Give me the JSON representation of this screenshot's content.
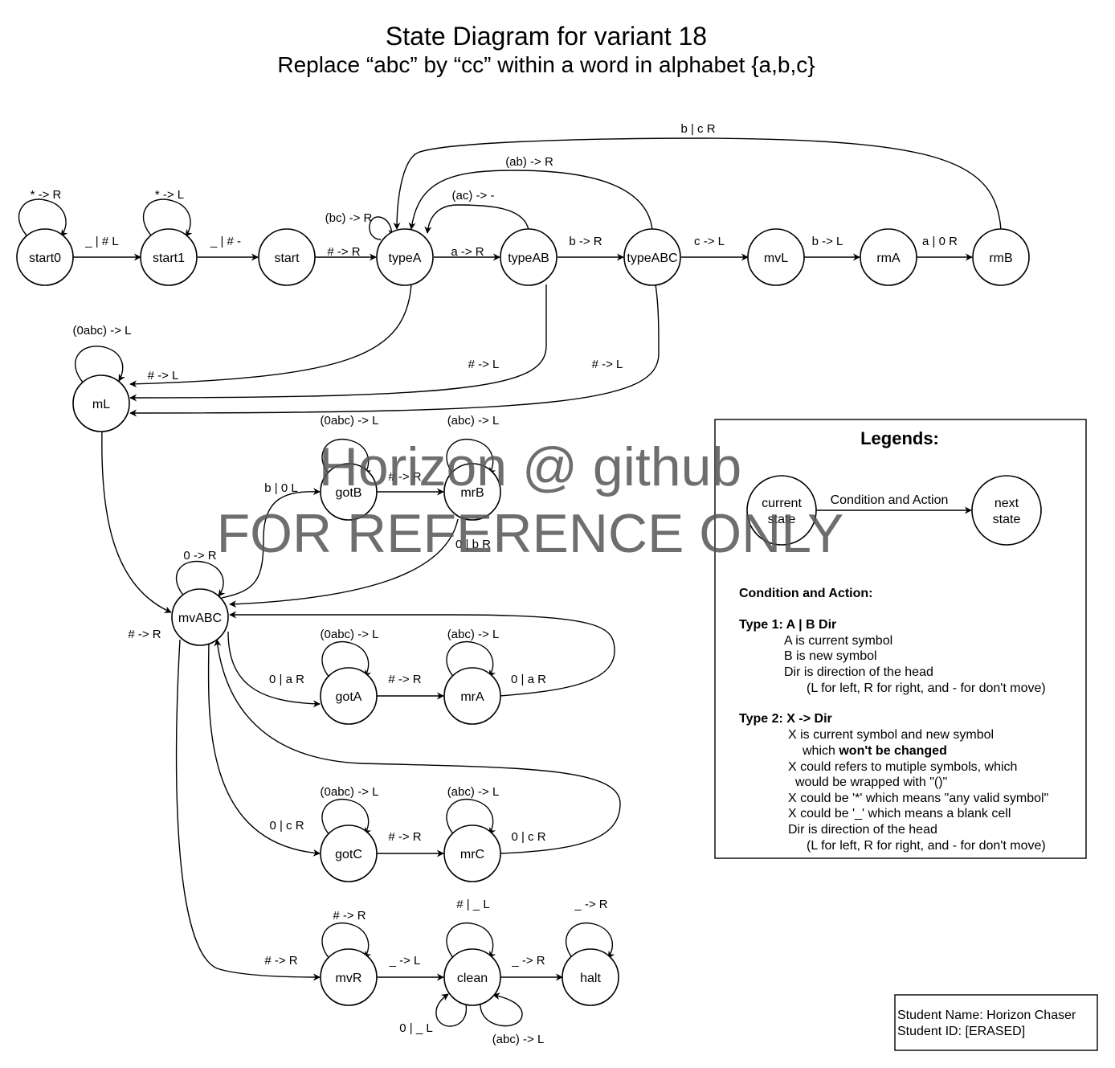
{
  "title": "State Diagram for variant 18",
  "subtitle": "Replace “abc” by “cc” within a word in alphabet {a,b,c}",
  "watermark": {
    "line1": "Horizon @ github",
    "line2": "FOR REFERENCE ONLY"
  },
  "states": {
    "start0": "start0",
    "start1": "start1",
    "start": "start",
    "typeA": "typeA",
    "typeAB": "typeAB",
    "typeABC": "typeABC",
    "mvL": "mvL",
    "rmA": "rmA",
    "rmB": "rmB",
    "mL": "mL",
    "gotB": "gotB",
    "mrB": "mrB",
    "mvABC": "mvABC",
    "gotA": "gotA",
    "mrA": "mrA",
    "gotC": "gotC",
    "mrC": "mrC",
    "mvR": "mvR",
    "clean": "clean",
    "halt": "halt"
  },
  "transitions": {
    "start0_self": "* -> R",
    "start0_start1": "_ | # L",
    "start1_self": "* -> L",
    "start1_start": "_ | # -",
    "start_typeA": "# -> R",
    "typeA_self": "(bc) -> R",
    "typeA_typeAB": "a -> R",
    "typeAB_typeA": "(ac) -> -",
    "typeAB_typeABC": "b -> R",
    "typeABC_typeA": "(ab) -> R",
    "typeABC_mvL": "c -> L",
    "mvL_rmA": "b -> L",
    "rmA_rmB": "a | 0 R",
    "rmB_typeA": "b | c R",
    "mL_self": "(0abc) -> L",
    "typeA_mL": "# -> L",
    "typeAB_mL": "# -> L",
    "typeABC_mL": "# -> L",
    "mL_mvABC": "# -> R",
    "mvABC_self": "0 -> R",
    "mvABC_gotB": "b | 0 L",
    "gotB_self": "(0abc) -> L",
    "gotB_mrB": "# -> R",
    "mrB_self": "(abc) -> L",
    "mrB_mvABC": "0 | b R",
    "mvABC_gotA": "0 | a R",
    "gotA_self": "(0abc) -> L",
    "gotA_mrA": "# -> R",
    "mrA_self": "(abc) -> L",
    "mrA_mvABC": "0 | a R",
    "mvABC_gotC": "0 | c R",
    "gotC_self": "(0abc) -> L",
    "gotC_mrC": "# -> R",
    "mrC_self": "(abc) -> L",
    "mrC_mvABC": "0 | c R",
    "mvABC_mvR": "# -> R",
    "mvR_self": "# -> R",
    "mvR_clean": "_ -> L",
    "clean_self": "# | _ L",
    "clean_zero": "0 | _ L",
    "clean_abc": "(abc) -> L",
    "clean_halt": "_ -> R",
    "halt_self": "_ -> R"
  },
  "legend": {
    "heading": "Legends:",
    "current_state_line1": "current",
    "current_state_line2": "state",
    "next_state_line1": "next",
    "next_state_line2": "state",
    "arrow_label": "Condition and Action",
    "ca_heading": "Condition and Action:",
    "type1_heading": "Type 1: A | B Dir",
    "type1_lines": [
      "A is current symbol",
      "B is new symbol",
      "Dir is direction of the head",
      "(L for left, R for right, and - for don't move)"
    ],
    "type2_heading": "Type 2: X -> Dir",
    "type2_line1": "X is current symbol and new symbol",
    "type2_line2_prefix": "which ",
    "type2_line2_bold": "won't be changed",
    "type2_lines": [
      "X could refers to mutiple symbols, which",
      "would be wrapped with \"()\"",
      "X could be '*' which means \"any valid symbol\"",
      "X could be '_' which means a blank cell",
      "Dir is direction of the head",
      "(L for left, R for right, and - for don't move)"
    ]
  },
  "student": {
    "name": "Student Name: Horizon Chaser",
    "id": "Student ID: [ERASED]"
  }
}
